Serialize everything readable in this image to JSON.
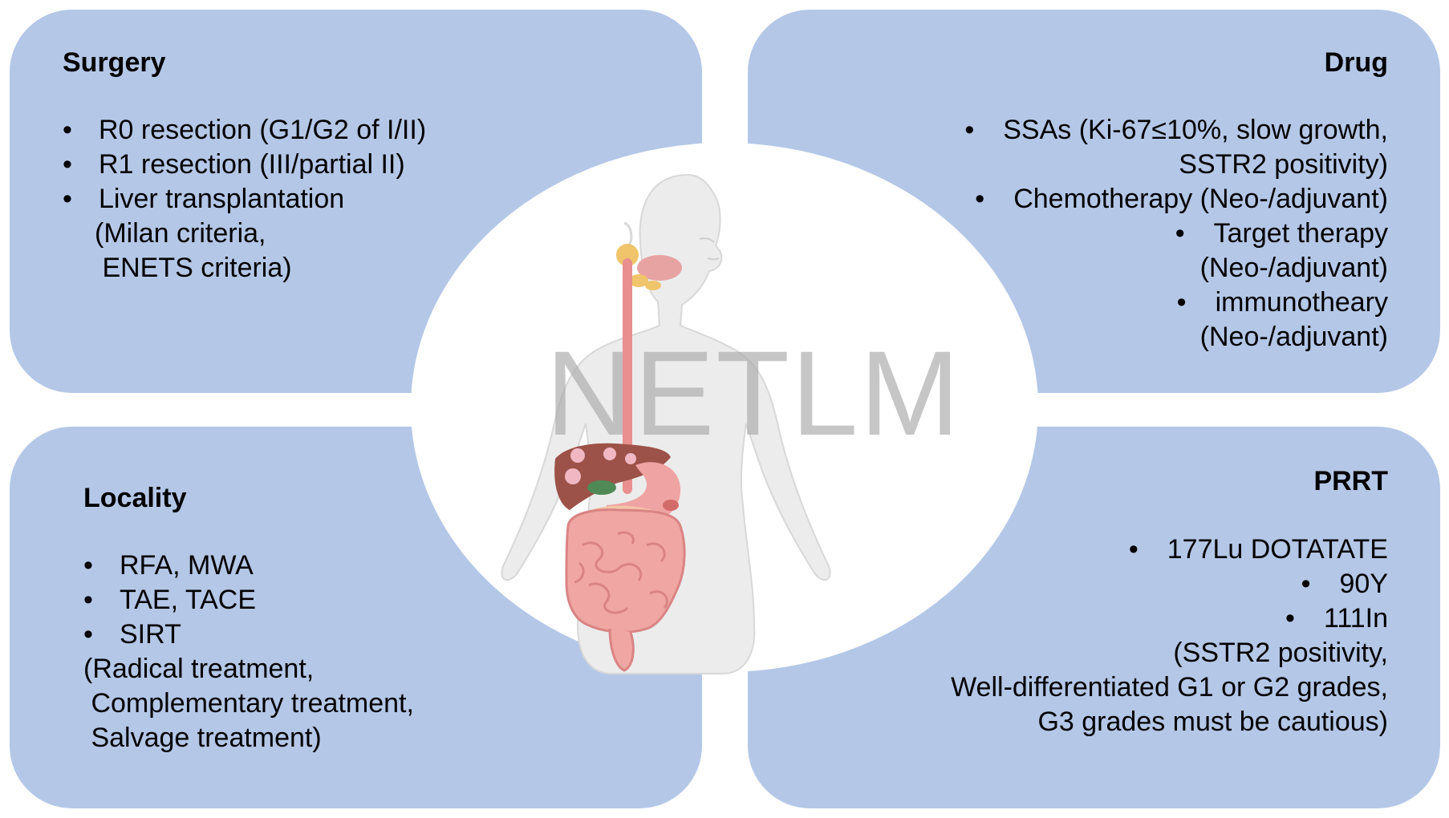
{
  "watermark": "NETLM",
  "colors": {
    "panel": "#b4c7e7",
    "center": "#ffffff",
    "watermark": "#a9a9a9"
  },
  "icons": {
    "center_illustration": "human-digestive-system-icon",
    "bullet": "•"
  },
  "surgery": {
    "title": "Surgery",
    "items": [
      "R0 resection (G1/G2 of I/II)",
      "R1 resection (III/partial II)",
      "Liver transplantation"
    ],
    "notes": [
      "(Milan criteria,",
      " ENETS criteria)"
    ]
  },
  "drug": {
    "title": "Drug",
    "items": [
      {
        "lines": [
          "SSAs (Ki-67≤10%, slow growth,",
          "SSTR2 positivity)"
        ]
      },
      {
        "lines": [
          "Chemotherapy (Neo-/adjuvant)"
        ]
      },
      {
        "lines": [
          "Target therapy",
          "(Neo-/adjuvant)"
        ]
      },
      {
        "lines": [
          "immunotheary",
          "(Neo-/adjuvant)"
        ]
      }
    ]
  },
  "locality": {
    "title": "Locality",
    "items": [
      "RFA, MWA",
      "TAE, TACE",
      "SIRT"
    ],
    "notes": [
      "(Radical treatment,",
      " Complementary treatment,",
      " Salvage treatment)"
    ]
  },
  "prrt": {
    "title": "PRRT",
    "items": [
      "177Lu DOTATATE",
      "90Y",
      "111In"
    ],
    "notes": [
      "(SSTR2 positivity,",
      "Well-differentiated G1 or G2 grades,",
      "G3 grades must be cautious)"
    ]
  }
}
